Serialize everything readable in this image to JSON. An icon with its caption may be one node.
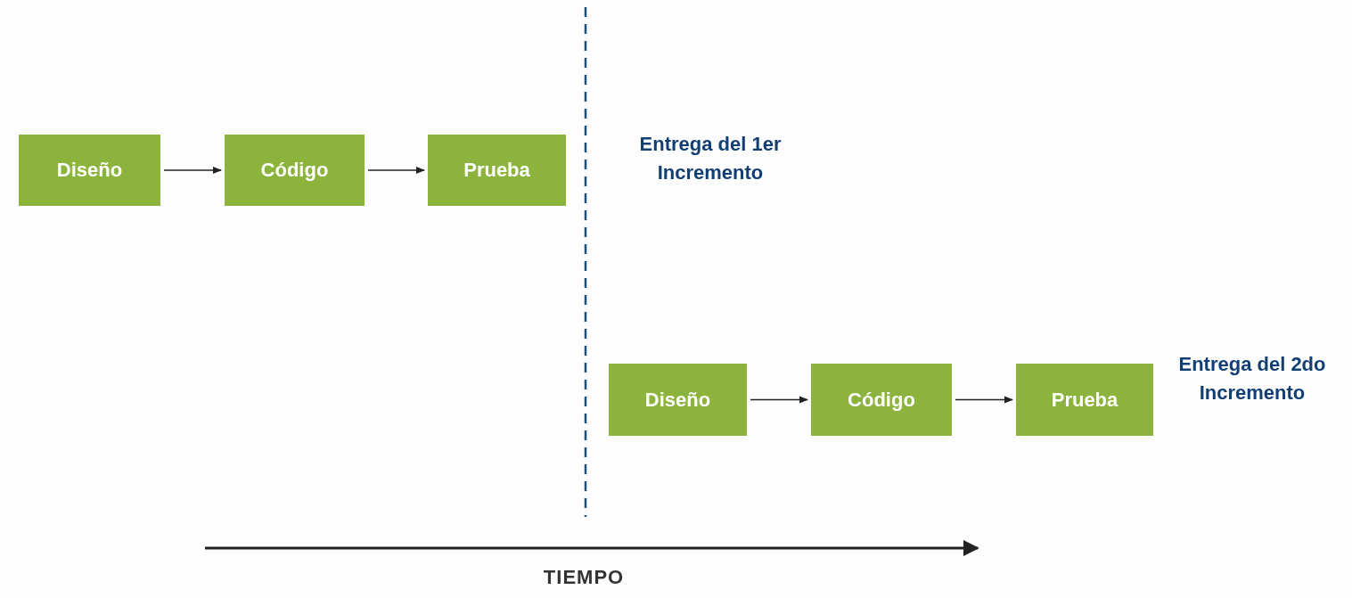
{
  "diagram": {
    "nodes": [
      {
        "text": [
          "Diseño"
        ]
      },
      {
        "text": [
          "Código"
        ]
      },
      {
        "text": [
          "Prueba"
        ]
      },
      {
        "text": [
          "Diseño"
        ]
      },
      {
        "text": [
          "Código"
        ]
      },
      {
        "text": [
          "Prueba"
        ]
      }
    ],
    "edges": [
      {
        "from": 0,
        "to": 1,
        "arrow": "to"
      },
      {
        "from": 1,
        "to": 2,
        "arrow": "to"
      },
      {
        "from": 3,
        "to": 4,
        "arrow": "to"
      },
      {
        "from": 4,
        "to": 5,
        "arrow": "to"
      }
    ],
    "labels": [
      "Entrega del 1er Incremento",
      "Entrega del 2do Incremento",
      "TIEMPO"
    ]
  }
}
